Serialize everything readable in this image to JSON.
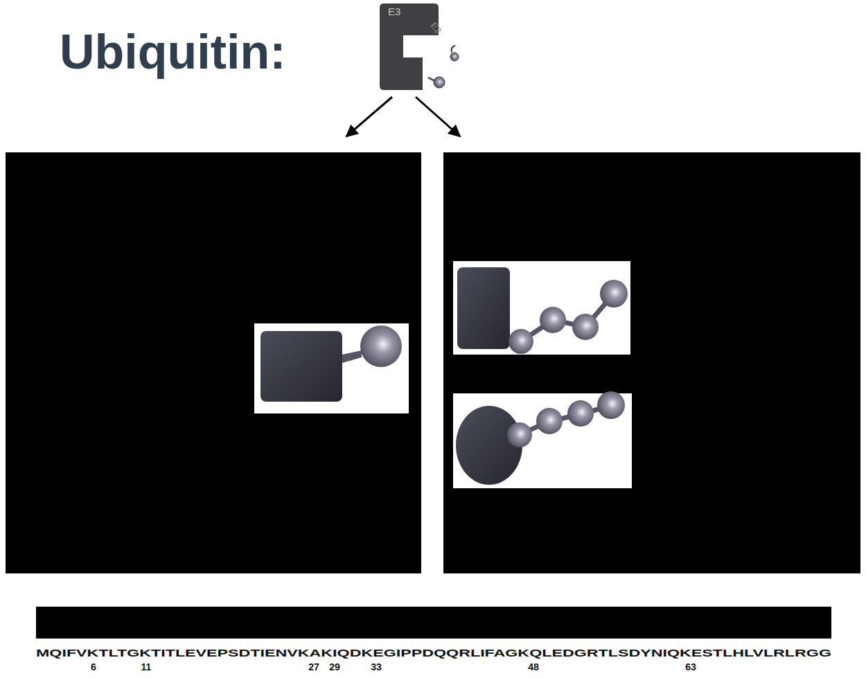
{
  "diagram": {
    "title": "Ubiquitin:",
    "nodes": [
      {
        "text": [
          "E3"
        ]
      },
      {
        "text": [
          "E2"
        ]
      }
    ],
    "labels": [
      "MQIFVKTLTGKTITLEVEPSDTIENVKAKIQDKEGIPPDQQRLIFAGKQLEDGRTLSDYNIQKESTLHLVLRLRGG",
      "6",
      "11",
      "27",
      "29",
      "33",
      "48",
      "63"
    ]
  }
}
